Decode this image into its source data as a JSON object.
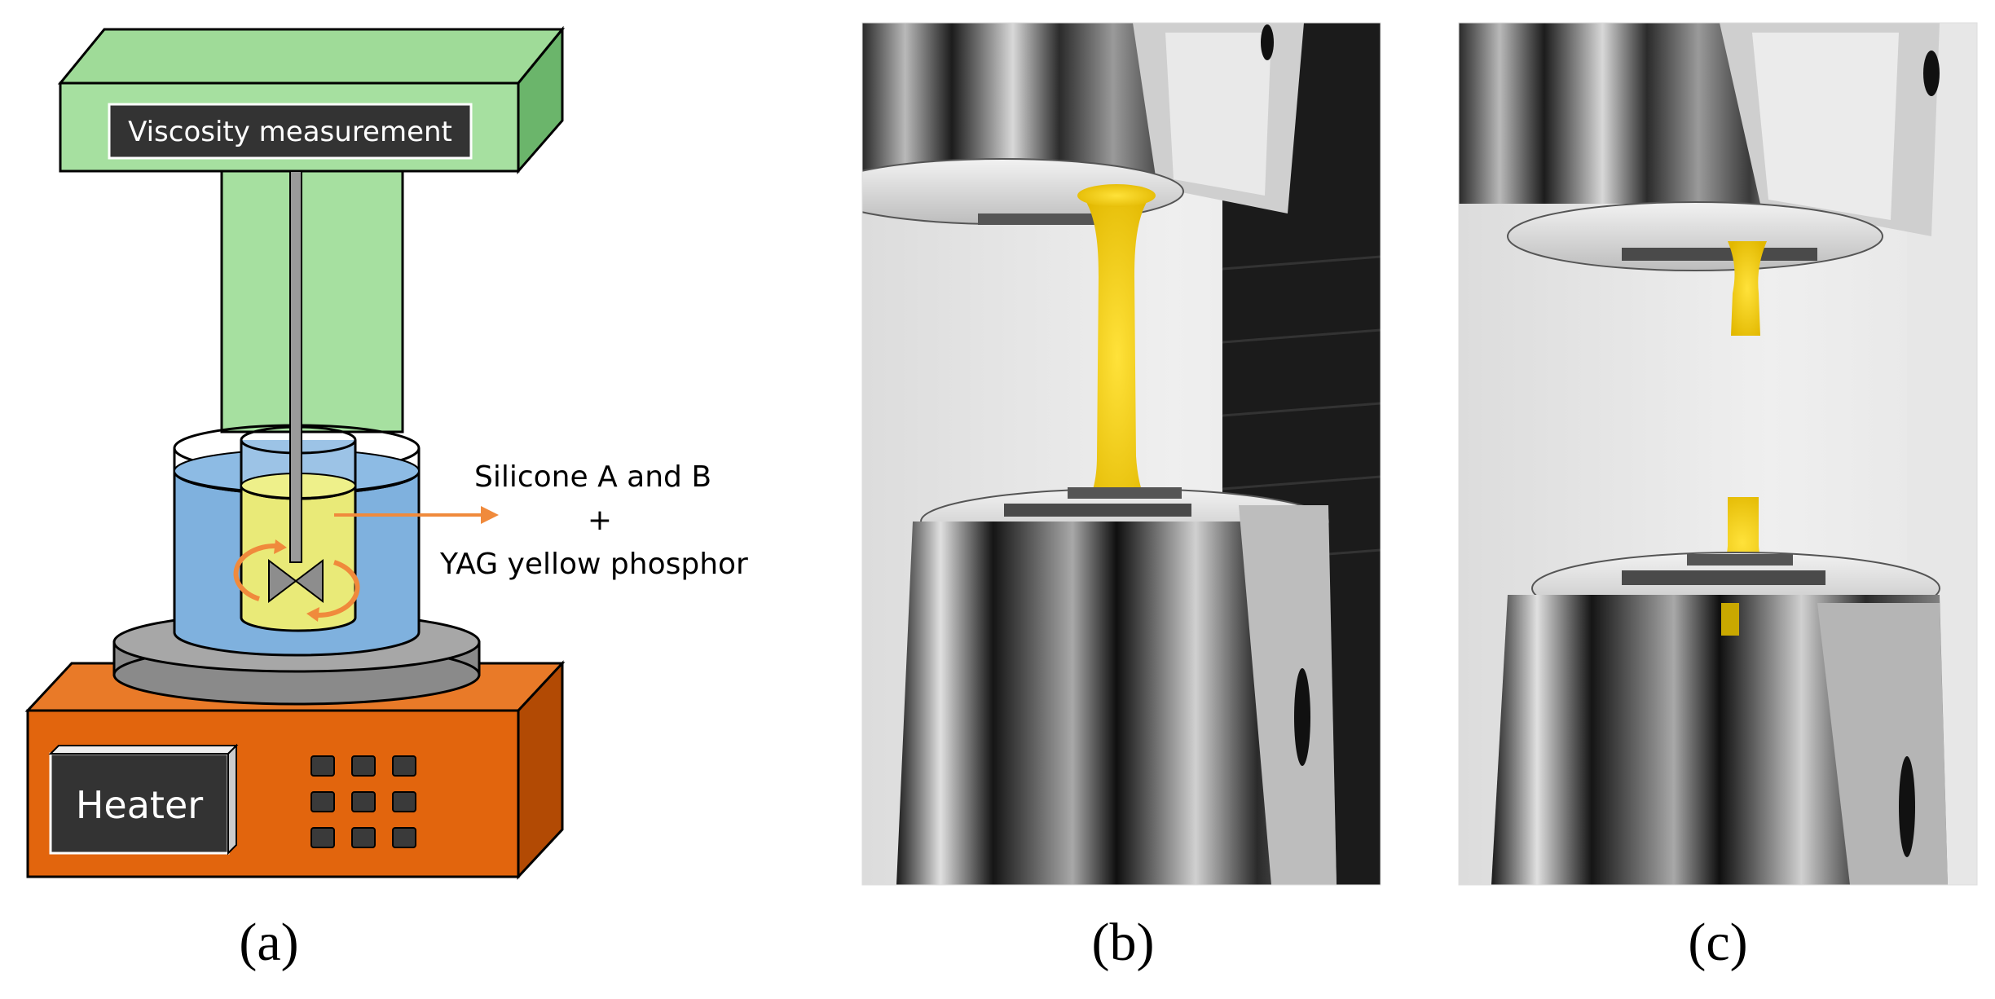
{
  "panel_a": {
    "viscometer_label": "Viscosity measurement",
    "heater_label": "Heater",
    "material_line1": "Silicone A and B",
    "material_plus": "+",
    "material_line2": "YAG yellow phosphor",
    "caption": "(a)"
  },
  "panel_b": {
    "caption": "(b)"
  },
  "panel_c": {
    "caption": "(c)"
  },
  "colors": {
    "viscometer_green": "#a6e0a0",
    "viscometer_dark_green": "#6bb56b",
    "water_blue": "#7fb1de",
    "sample_yellow": "#e9ea78",
    "heater_orange": "#e2650d",
    "heater_dark": "#b24a04",
    "arrow_orange": "#f08a3c",
    "phosphor_yellow": "#f2d500"
  }
}
